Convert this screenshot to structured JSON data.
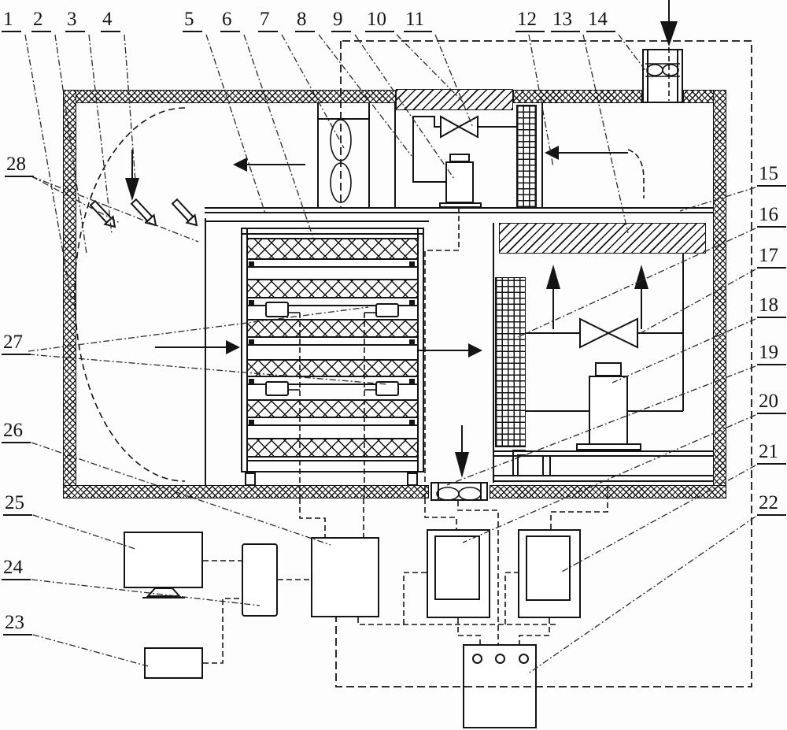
{
  "figure": {
    "kind": "patent-line-drawing",
    "ink_color": "#141414",
    "paper_color": "#fdfdfd",
    "ref_labels": [
      {
        "text": "1"
      },
      {
        "text": "2"
      },
      {
        "text": "3"
      },
      {
        "text": "4"
      },
      {
        "text": "5"
      },
      {
        "text": "6"
      },
      {
        "text": "7"
      },
      {
        "text": "8"
      },
      {
        "text": "9"
      },
      {
        "text": "10"
      },
      {
        "text": "11"
      },
      {
        "text": "12"
      },
      {
        "text": "13"
      },
      {
        "text": "14"
      },
      {
        "text": "15"
      },
      {
        "text": "16"
      },
      {
        "text": "17"
      },
      {
        "text": "18"
      },
      {
        "text": "19"
      },
      {
        "text": "20"
      },
      {
        "text": "21"
      },
      {
        "text": "22"
      },
      {
        "text": "23"
      },
      {
        "text": "24"
      },
      {
        "text": "25"
      },
      {
        "text": "26"
      },
      {
        "text": "27"
      },
      {
        "text": "28"
      }
    ]
  }
}
